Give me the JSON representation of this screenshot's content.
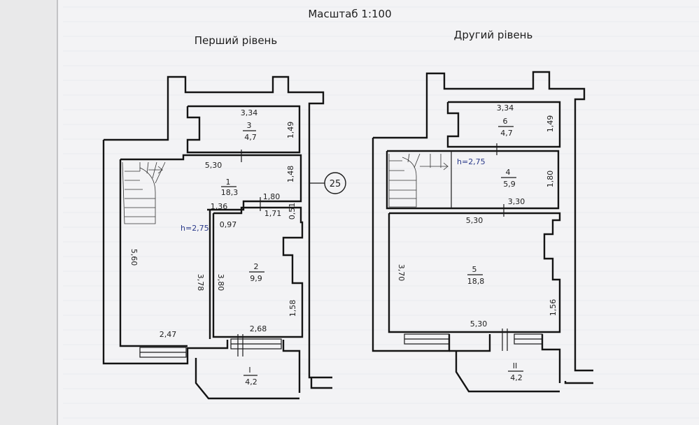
{
  "sheet": {
    "scale": "Масштаб 1:100",
    "badge": "25"
  },
  "level1": {
    "title": "Перший рівень",
    "height": "h=2,75",
    "rooms": [
      {
        "id": "r1",
        "number": "1",
        "area": "18,3"
      },
      {
        "id": "r2",
        "number": "2",
        "area": "9,9"
      },
      {
        "id": "r3",
        "number": "3",
        "area": "4,7"
      },
      {
        "id": "rI",
        "number": "I",
        "area": "4,2"
      }
    ],
    "dims": [
      "3,34",
      "1,49",
      "5,30",
      "1,48",
      "1,80",
      "1,36",
      "1,71",
      "0,51",
      "0,97",
      "5,60",
      "3,78",
      "3,80",
      "1,58",
      "2,47",
      "2,68"
    ]
  },
  "level2": {
    "title": "Другий рівень",
    "height": "h=2,75",
    "rooms": [
      {
        "id": "r4",
        "number": "4",
        "area": "5,9"
      },
      {
        "id": "r5",
        "number": "5",
        "area": "18,8"
      },
      {
        "id": "r6",
        "number": "6",
        "area": "4,7"
      },
      {
        "id": "rII",
        "number": "II",
        "area": "4,2"
      }
    ],
    "dims": [
      "3,34",
      "1,49",
      "1,80",
      "3,30",
      "5,30",
      "3,70",
      "1,56",
      "5,30"
    ]
  },
  "colors": {
    "ink": "#141414",
    "paper": "#f3f3f5",
    "height_ink": "#2a3a8a"
  }
}
